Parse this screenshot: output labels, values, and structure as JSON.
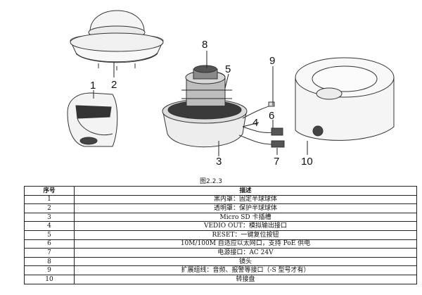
{
  "figure": {
    "callouts": [
      "1",
      "2",
      "3",
      "4",
      "5",
      "6",
      "7",
      "8",
      "9",
      "10"
    ],
    "caption": "图2.2.3"
  },
  "table": {
    "headers": [
      "序号",
      "描述"
    ],
    "rows": [
      {
        "no": "1",
        "desc": "黑内罩：固定半球球体"
      },
      {
        "no": "2",
        "desc": "透明罩：保护半球球体"
      },
      {
        "no": "3",
        "desc": "Micro SD 卡插槽"
      },
      {
        "no": "4",
        "desc": "VEDIO OUT：模拟输出接口"
      },
      {
        "no": "5",
        "desc": "RESET：一键复位按钮"
      },
      {
        "no": "6",
        "desc": "10M/100M 自适应以太网口，支持 PoE 供电"
      },
      {
        "no": "7",
        "desc": "电源接口：AC 24V"
      },
      {
        "no": "8",
        "desc": "镜头"
      },
      {
        "no": "9",
        "desc": "扩展组线：音频、报警等接口（-S 型号才有）"
      },
      {
        "no": "10",
        "desc": "转接盘"
      }
    ]
  }
}
